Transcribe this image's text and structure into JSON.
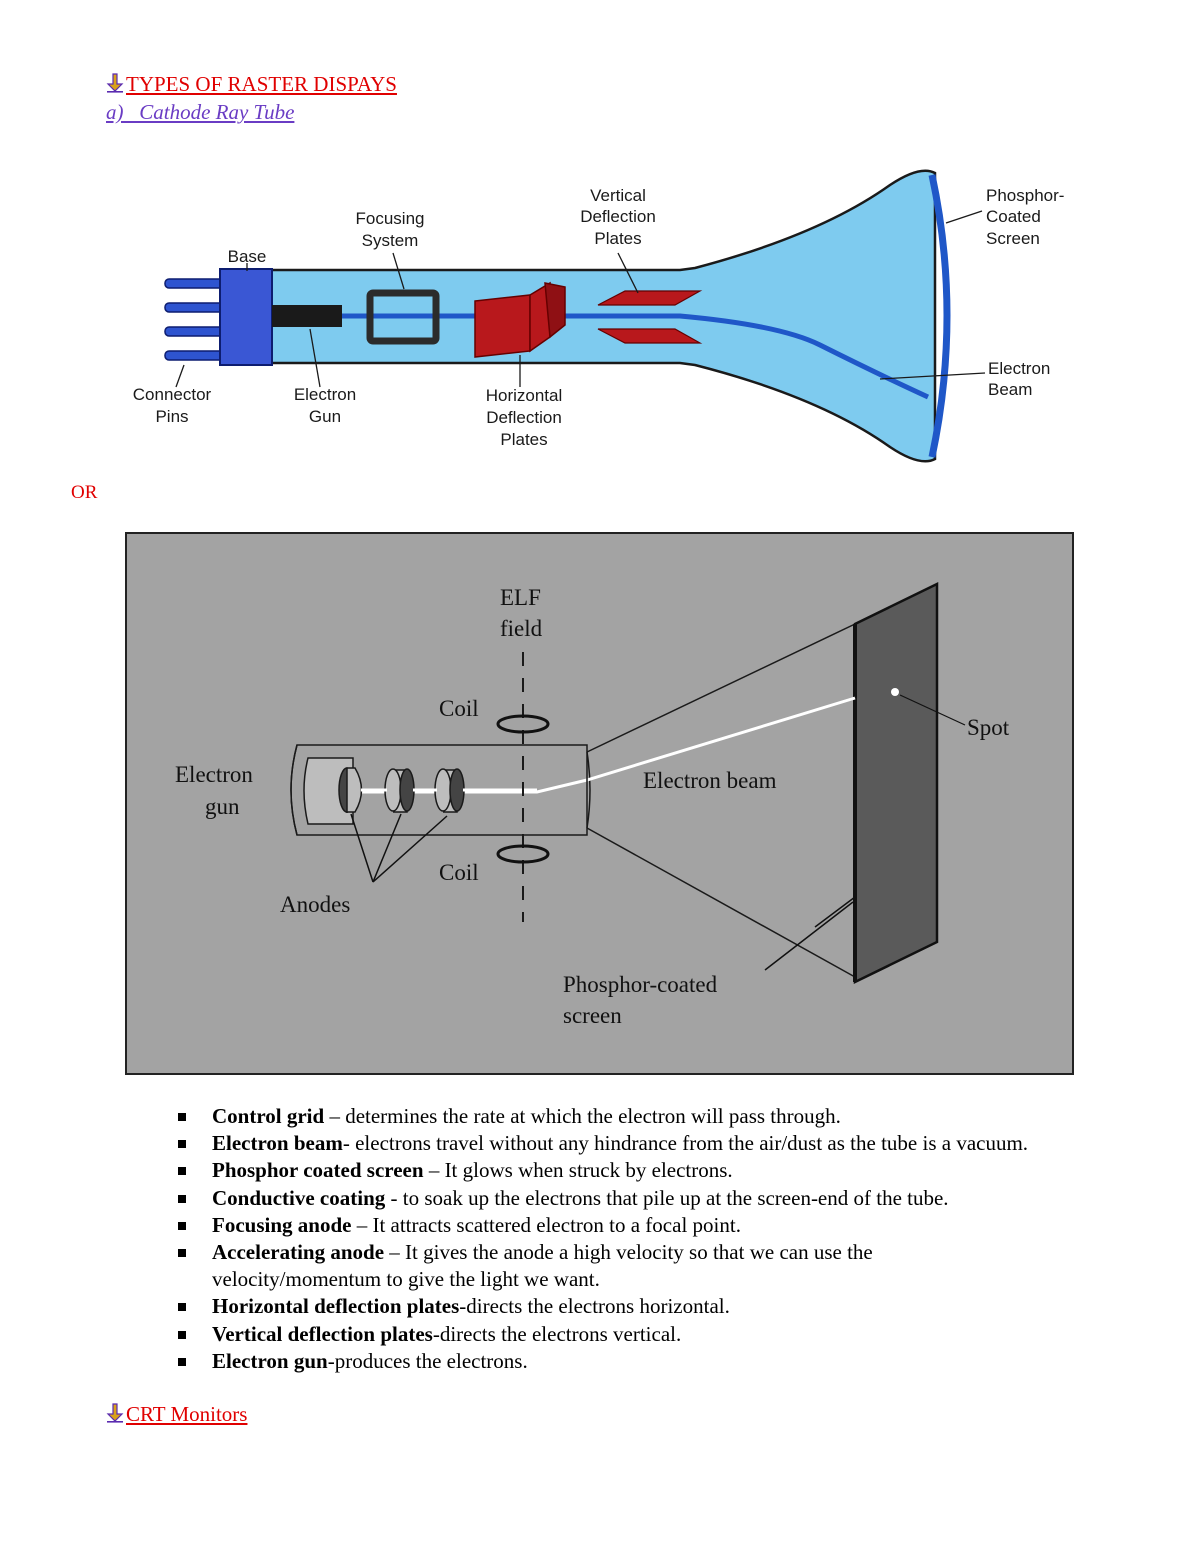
{
  "heading1": "TYPES OF RASTER DISPAYS",
  "subheading": "a)   Cathode Ray Tube",
  "diagram1": {
    "labels": {
      "base": "Base",
      "focusing_1": "Focusing",
      "focusing_2": "System",
      "vertical_1": "Vertical",
      "vertical_2": "Deflection",
      "vertical_3": "Plates",
      "phosphor_1": "Phosphor-",
      "phosphor_2": "Coated",
      "phosphor_3": "Screen",
      "electron_beam_1": "Electron",
      "electron_beam_2": "Beam",
      "connector_1": "Connector",
      "connector_2": "Pins",
      "gun_1": "Electron",
      "gun_2": "Gun",
      "horizontal_1": "Horizontal",
      "horizontal_2": "Deflection",
      "horizontal_3": "Plates"
    },
    "colors": {
      "tube": "#7ecbef",
      "outline": "#1a1a1a",
      "screen": "#1f57c8",
      "base": "#3a57d4",
      "plates": "#b8181c"
    }
  },
  "or_text": "OR",
  "diagram2": {
    "labels": {
      "elf_1": "ELF",
      "elf_2": "field",
      "coil_top": "Coil",
      "coil_bottom": "Coil",
      "electron_gun_1": "Electron",
      "electron_gun_2": "gun",
      "anodes": "Anodes",
      "electron_beam": "Electron beam",
      "spot": "Spot",
      "phosphor_1": "Phosphor-coated",
      "phosphor_2": "screen"
    },
    "colors": {
      "background": "#a3a3a3",
      "screen": "#5a5a5a"
    }
  },
  "bullets": [
    {
      "term": "Control grid",
      "desc": " – determines the rate at which the electron will pass through."
    },
    {
      "term": "Electron beam",
      "desc": "- electrons travel without any hindrance from the air/dust as the tube is a vacuum."
    },
    {
      "term": "Phosphor coated screen",
      "desc": " – It glows when struck by electrons."
    },
    {
      "term": "Conductive coating",
      "desc": " - to soak up the electrons that pile up at the screen-end of the tube."
    },
    {
      "term": "Focusing anode",
      "desc": " – It attracts scattered electron to a focal point."
    },
    {
      "term": "Accelerating anode",
      "desc": " – It gives the anode a high velocity so that we can use the velocity/momentum to give the light we want."
    },
    {
      "term": "Horizontal deflection plates",
      "desc": "-directs the electrons horizontal."
    },
    {
      "term": "Vertical deflection plates",
      "desc": "-directs the electrons vertical."
    },
    {
      "term": "Electron gun",
      "desc": "-produces the electrons."
    }
  ],
  "heading2": "CRT Monitors"
}
